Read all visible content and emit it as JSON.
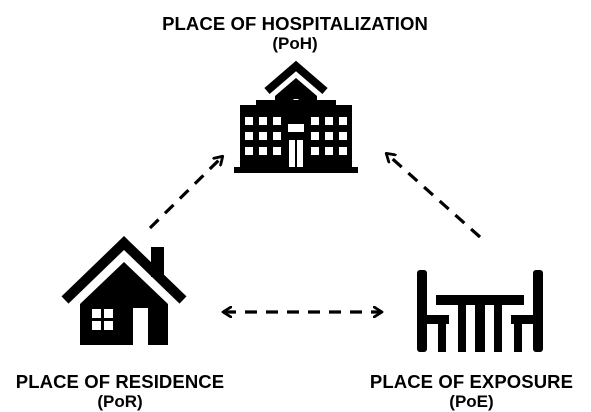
{
  "nodes": {
    "hospitalization": {
      "name": "PLACE OF HOSPITALIZATION",
      "abbr": "(PoH)",
      "icon": "hospital-icon"
    },
    "residence": {
      "name": "PLACE OF RESIDENCE",
      "abbr": "(PoR)",
      "icon": "house-icon"
    },
    "exposure": {
      "name": "PLACE OF EXPOSURE",
      "abbr": "(PoE)",
      "icon": "dining-table-chairs-icon"
    }
  },
  "edges": [
    {
      "from": "residence",
      "to": "hospitalization",
      "style": "dashed",
      "direction": "one-way"
    },
    {
      "from": "exposure",
      "to": "hospitalization",
      "style": "dashed",
      "direction": "one-way"
    },
    {
      "from": "residence",
      "to": "exposure",
      "style": "dashed",
      "direction": "two-way"
    }
  ],
  "colors": {
    "foreground": "#000000",
    "background": "#ffffff"
  }
}
